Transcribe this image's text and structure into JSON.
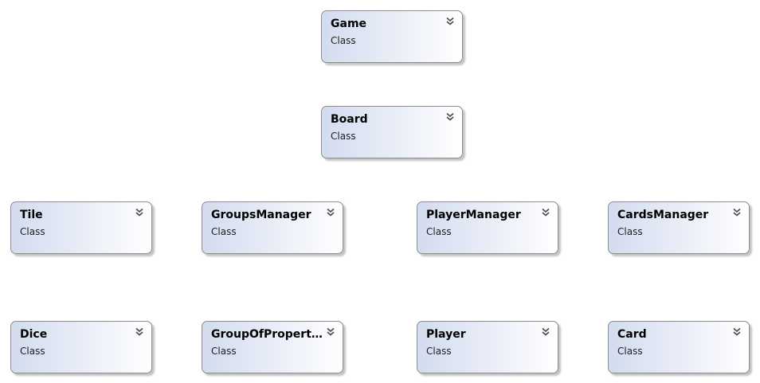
{
  "diagram": {
    "classes": [
      {
        "name": "Game",
        "kind": "Class"
      },
      {
        "name": "Board",
        "kind": "Class"
      },
      {
        "name": "Tile",
        "kind": "Class"
      },
      {
        "name": "GroupsManager",
        "kind": "Class"
      },
      {
        "name": "PlayerManager",
        "kind": "Class"
      },
      {
        "name": "CardsManager",
        "kind": "Class"
      },
      {
        "name": "Dice",
        "kind": "Class"
      },
      {
        "name": "GroupOfPropert...",
        "kind": "Class"
      },
      {
        "name": "Player",
        "kind": "Class"
      },
      {
        "name": "Card",
        "kind": "Class"
      }
    ],
    "expand_icon": "double-chevron-down-icon"
  }
}
